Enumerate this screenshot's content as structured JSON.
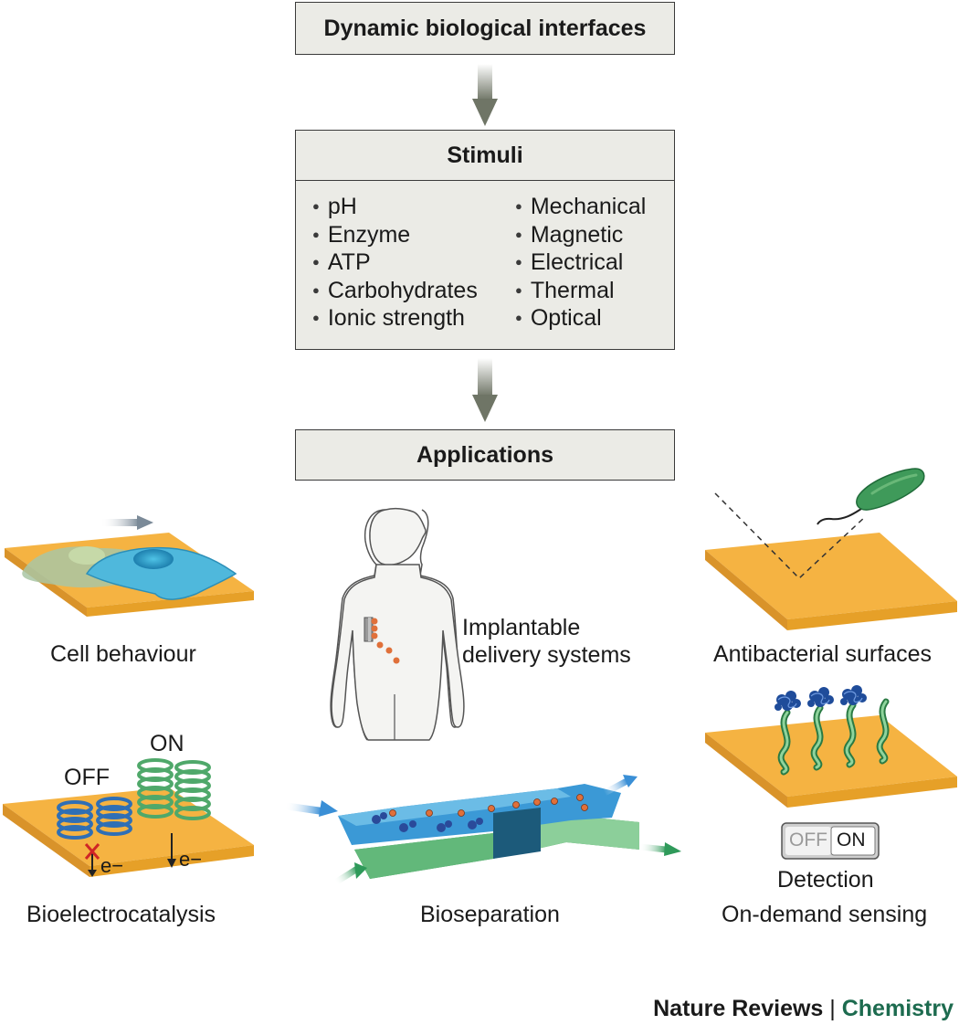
{
  "diagram": {
    "title": "Dynamic biological interfaces",
    "stimuli": {
      "heading": "Stimuli",
      "left_items": [
        "pH",
        "Enzyme",
        "ATP",
        "Carbohydrates",
        "Ionic strength"
      ],
      "right_items": [
        "Mechanical",
        "Magnetic",
        "Electrical",
        "Thermal",
        "Optical"
      ]
    },
    "applications": {
      "heading": "Applications",
      "cell_behaviour": "Cell behaviour",
      "implantable_line1": "Implantable",
      "implantable_line2": "delivery systems",
      "antibacterial": "Antibacterial surfaces",
      "bioelectrocatalysis": "Bioelectrocatalysis",
      "off_label": "OFF",
      "on_label": "ON",
      "electron_label": "e−",
      "bioseparation": "Bioseparation",
      "switch_off": "OFF",
      "switch_on": "ON",
      "detection": "Detection",
      "on_demand_sensing": "On-demand sensing"
    }
  },
  "footer": {
    "journal": "Nature Reviews",
    "separator": "|",
    "subject": "Chemistry"
  },
  "colors": {
    "surface": "#f5b342",
    "surface_side": "#e6a028",
    "cell_blue": "#4fb8dc",
    "cell_green": "#a9c6a3",
    "coil_blue": "#2f6fb5",
    "coil_green": "#4fa86a",
    "bacterium": "#3f9a5a",
    "arrow_grey": "#8a8f80"
  }
}
